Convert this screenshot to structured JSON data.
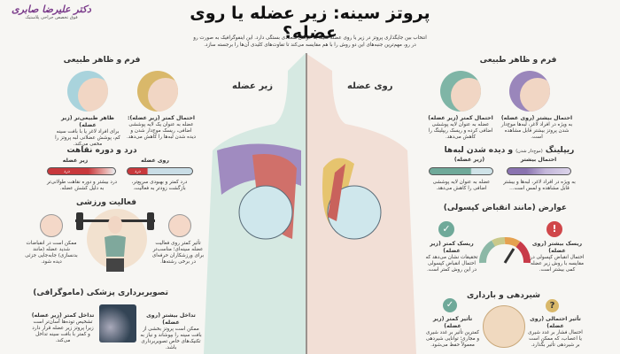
{
  "logo": {
    "name": "دکتر علیرضا صابری",
    "tagline": "فوق تخصص جراحی پلاستیک"
  },
  "header": {
    "title": "پروتز سینه: زیر عضله یا روی عضله؟",
    "subtitle_1": "انتخاب بین جایگذاری پروتز در زیر یا روی عضله سینه به عوامل متعددی بستگی دارد. این اینفوگرافیک به صورت رو",
    "subtitle_2": "در رو، مهم‌ترین جنبه‌های این دو روش را با هم مقایسه می‌کند تا تفاوت‌های کلیدی آن‌ها را برجسته سازد."
  },
  "center": {
    "label_under": "زیر عضله",
    "label_over": "روی عضله"
  },
  "left": {
    "shape": {
      "heading": "فرم و ظاهر طبیعی",
      "a_title": "ظاهر طبیعی‌تر (زیر عضله)",
      "a_text": "برای افراد لاغر یا با بافت سینه کم، پوشش عضلانی لبه پروتز را مخفی می‌کند.",
      "b_title": "احتمال کمتر (زیر عضله):",
      "b_text": "عضله به عنوان یک لایه پوششی اضافی، ریسک موج‌دار شدن و دیده شدن لبه‌ها را کاهش می‌دهد."
    },
    "pain": {
      "heading": "درد و دوره نقاهت",
      "under_label": "زیر عضله",
      "over_label": "روی عضله",
      "bar_word": "درد",
      "under_text": "درد بیشتر و دوره نقاهت طولانی‌تر به دلیل کشش عضله.",
      "over_text": "درد کمتر و بهبودی سریع‌تر، بازگشت زودتر به فعالیت."
    },
    "exercise": {
      "heading": "فعالیت ورزشی",
      "a_text": "ممکن است در انقباضات شدید عضله (مانند بدنسازی) جابه‌جایی جزئی دیده شود.",
      "b_text": "تأثیر کمتر روی فعالیت عضله سینه‌ای؛ مناسب‌تر برای ورزشکاران حرفه‌ای در برخی رشته‌ها."
    },
    "imaging": {
      "heading": "تصویربرداری پزشکی (ماموگرافی)",
      "a_title": "تداخل کمتر (زیر عضله)",
      "a_text": "تشخیص توده‌ها آسان‌تر است زیرا پروتز زیر عضله قرار دارد و کمتر با بافت سینه تداخل می‌کند.",
      "b_title": "تداخل بیشتر (روی عضله)",
      "b_text": "ممکن است پروتز بخشی از بافت سینه را بپوشاند و نیاز به تکنیک‌های خاص تصویربرداری باشد."
    }
  },
  "right": {
    "shape": {
      "heading": "فرم و ظاهر طبیعی",
      "a_title": "احتمال کمتر (زیر عضله)",
      "a_text": "عضله به عنوان لایه پوششی اضافی کرده و ریسک ریپلینگ را کاهش می‌دهد.",
      "b_title": "احتمال بیشتر (روی عضله)",
      "b_text": "به ویژه در افراد لاغر، لبه‌ها موج‌دار شدن پروتز بیشتر قابل مشاهده است."
    },
    "rippling": {
      "heading": "ریپلینگ",
      "heading_note": "(موج‌دار شدن)",
      "heading_tail": "و دیده شدن لبه‌ها",
      "under_label": "(زیر عضله)",
      "over_label": "احتمال بیشتر",
      "under_text": "عضله به عنوان لایه پوششی اضافی را کاهش می‌دهد.",
      "over_text": "به ویژه در افراد لاغر، لبه‌ها و بیشتر قابل مشاهده و لمس است..."
    },
    "complications": {
      "heading": "عوارض (مانند انقباض کپسولی)",
      "a_title": "ریسک کمتر (زیر عضله)",
      "a_text": "تحقیقات نشان می‌دهد که احتمال انقباض کپسولی در این روش کمتر است.",
      "b_title": "ریسک بیشتر (روی عضله)",
      "b_text": "احتمال انقباض کپسولی در مقایسه با روش زیر عضله کمی بیشتر است."
    },
    "breastfeeding": {
      "heading": "شیردهی و بارداری",
      "a_title": "تأثیر کمتر (زیر عضله)",
      "a_text": "کمترین تأثیر بر غدد شیری و مجاری؛ توانایی شیردهی معمولاً حفظ می‌شود.",
      "b_title": "تأثیر احتمالی (روی عضله)",
      "b_text": "احتمال فشار بر غدد شیری یا اعصاب، که ممکن است بر شیردهی تأثیر بگذارد."
    }
  },
  "colors": {
    "green": "#6fa999",
    "purple": "#9a86bb",
    "red": "#d0474a",
    "gold": "#d9b86a",
    "blue": "#a9d3dc"
  }
}
